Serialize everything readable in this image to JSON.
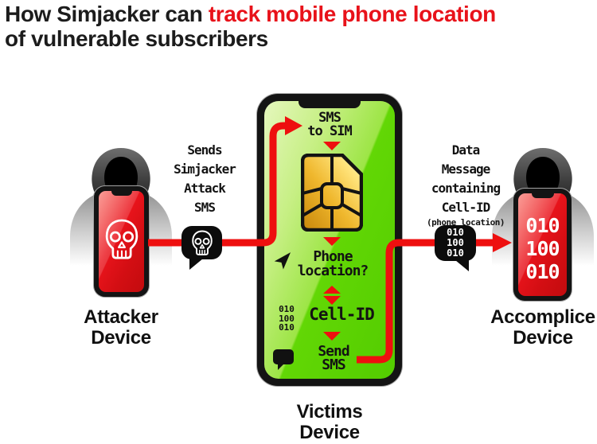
{
  "title": {
    "line1_black": "How Simjacker can ",
    "line1_red": "track mobile phone location",
    "line2": "of vulnerable subscribers"
  },
  "colors": {
    "accent_red": "#e8121a",
    "arrow_red": "#ee0f0f",
    "screen_green": "#62d705",
    "screen_red": "#e01116",
    "sim_gold": "#f0bb34",
    "ink": "#141414"
  },
  "attacker": {
    "label": [
      "Attacker",
      "Device"
    ],
    "screen_icon": "skull-icon"
  },
  "victim": {
    "label": [
      "Victims",
      "Device"
    ],
    "flow": {
      "step1": [
        "SMS",
        "to SIM"
      ],
      "sim_icon": "sim-card-icon",
      "step2": [
        "Phone",
        "location?"
      ],
      "step2_icon": "navigation-cursor-icon",
      "step3": "Cell-ID",
      "step3_binary": [
        "010",
        "100",
        "010"
      ],
      "step4": [
        "Send",
        "SMS"
      ],
      "step4_icon": "chat-bubble-icon"
    }
  },
  "accomplice": {
    "label": [
      "Accomplice",
      "Device"
    ],
    "screen_binary": [
      "010",
      "100",
      "010"
    ]
  },
  "annotations": {
    "attack_sms": {
      "lines": [
        "Sends",
        "Simjacker",
        "Attack",
        "SMS"
      ],
      "bubble_icon": "skull-icon"
    },
    "data_message": {
      "lines": [
        "Data",
        "Message",
        "containing",
        "Cell-ID"
      ],
      "sub": "(phone location)"
    },
    "binary_bubble": {
      "lines": [
        "010",
        "100",
        "010"
      ]
    }
  },
  "icons": {
    "figures": "hooded-hacker-icon",
    "skull": "skull-icon",
    "sim": "sim-card-icon",
    "navigation": "navigation-cursor-icon",
    "chat": "chat-bubble-icon",
    "flow_arrows": "red-arrow"
  }
}
